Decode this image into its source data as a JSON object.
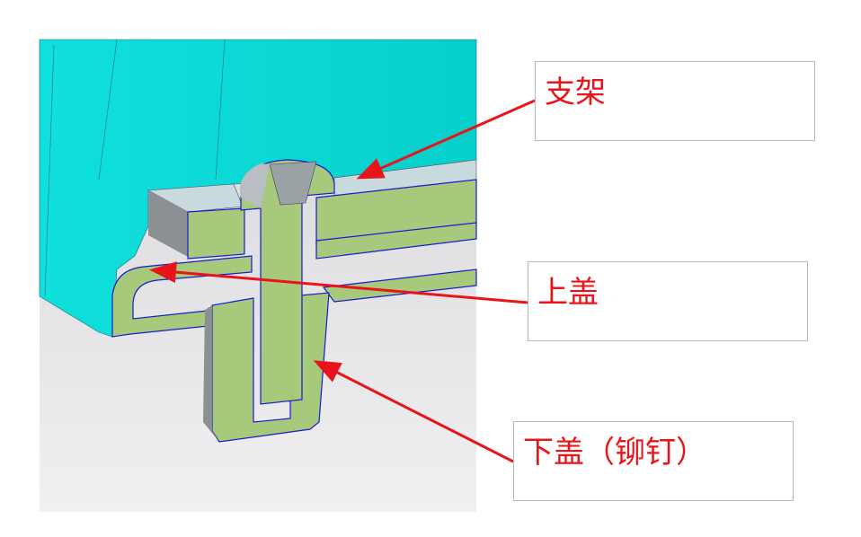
{
  "callouts": [
    {
      "label": "支架"
    },
    {
      "label": "上盖"
    },
    {
      "label": "下盖（铆钉）"
    }
  ],
  "colors": {
    "cyan_body": "#10dcd8",
    "section_fill": "#a6c97c",
    "edge": "#1a1ad0",
    "arrow": "#e8141a",
    "background": "#e4e4e6"
  }
}
